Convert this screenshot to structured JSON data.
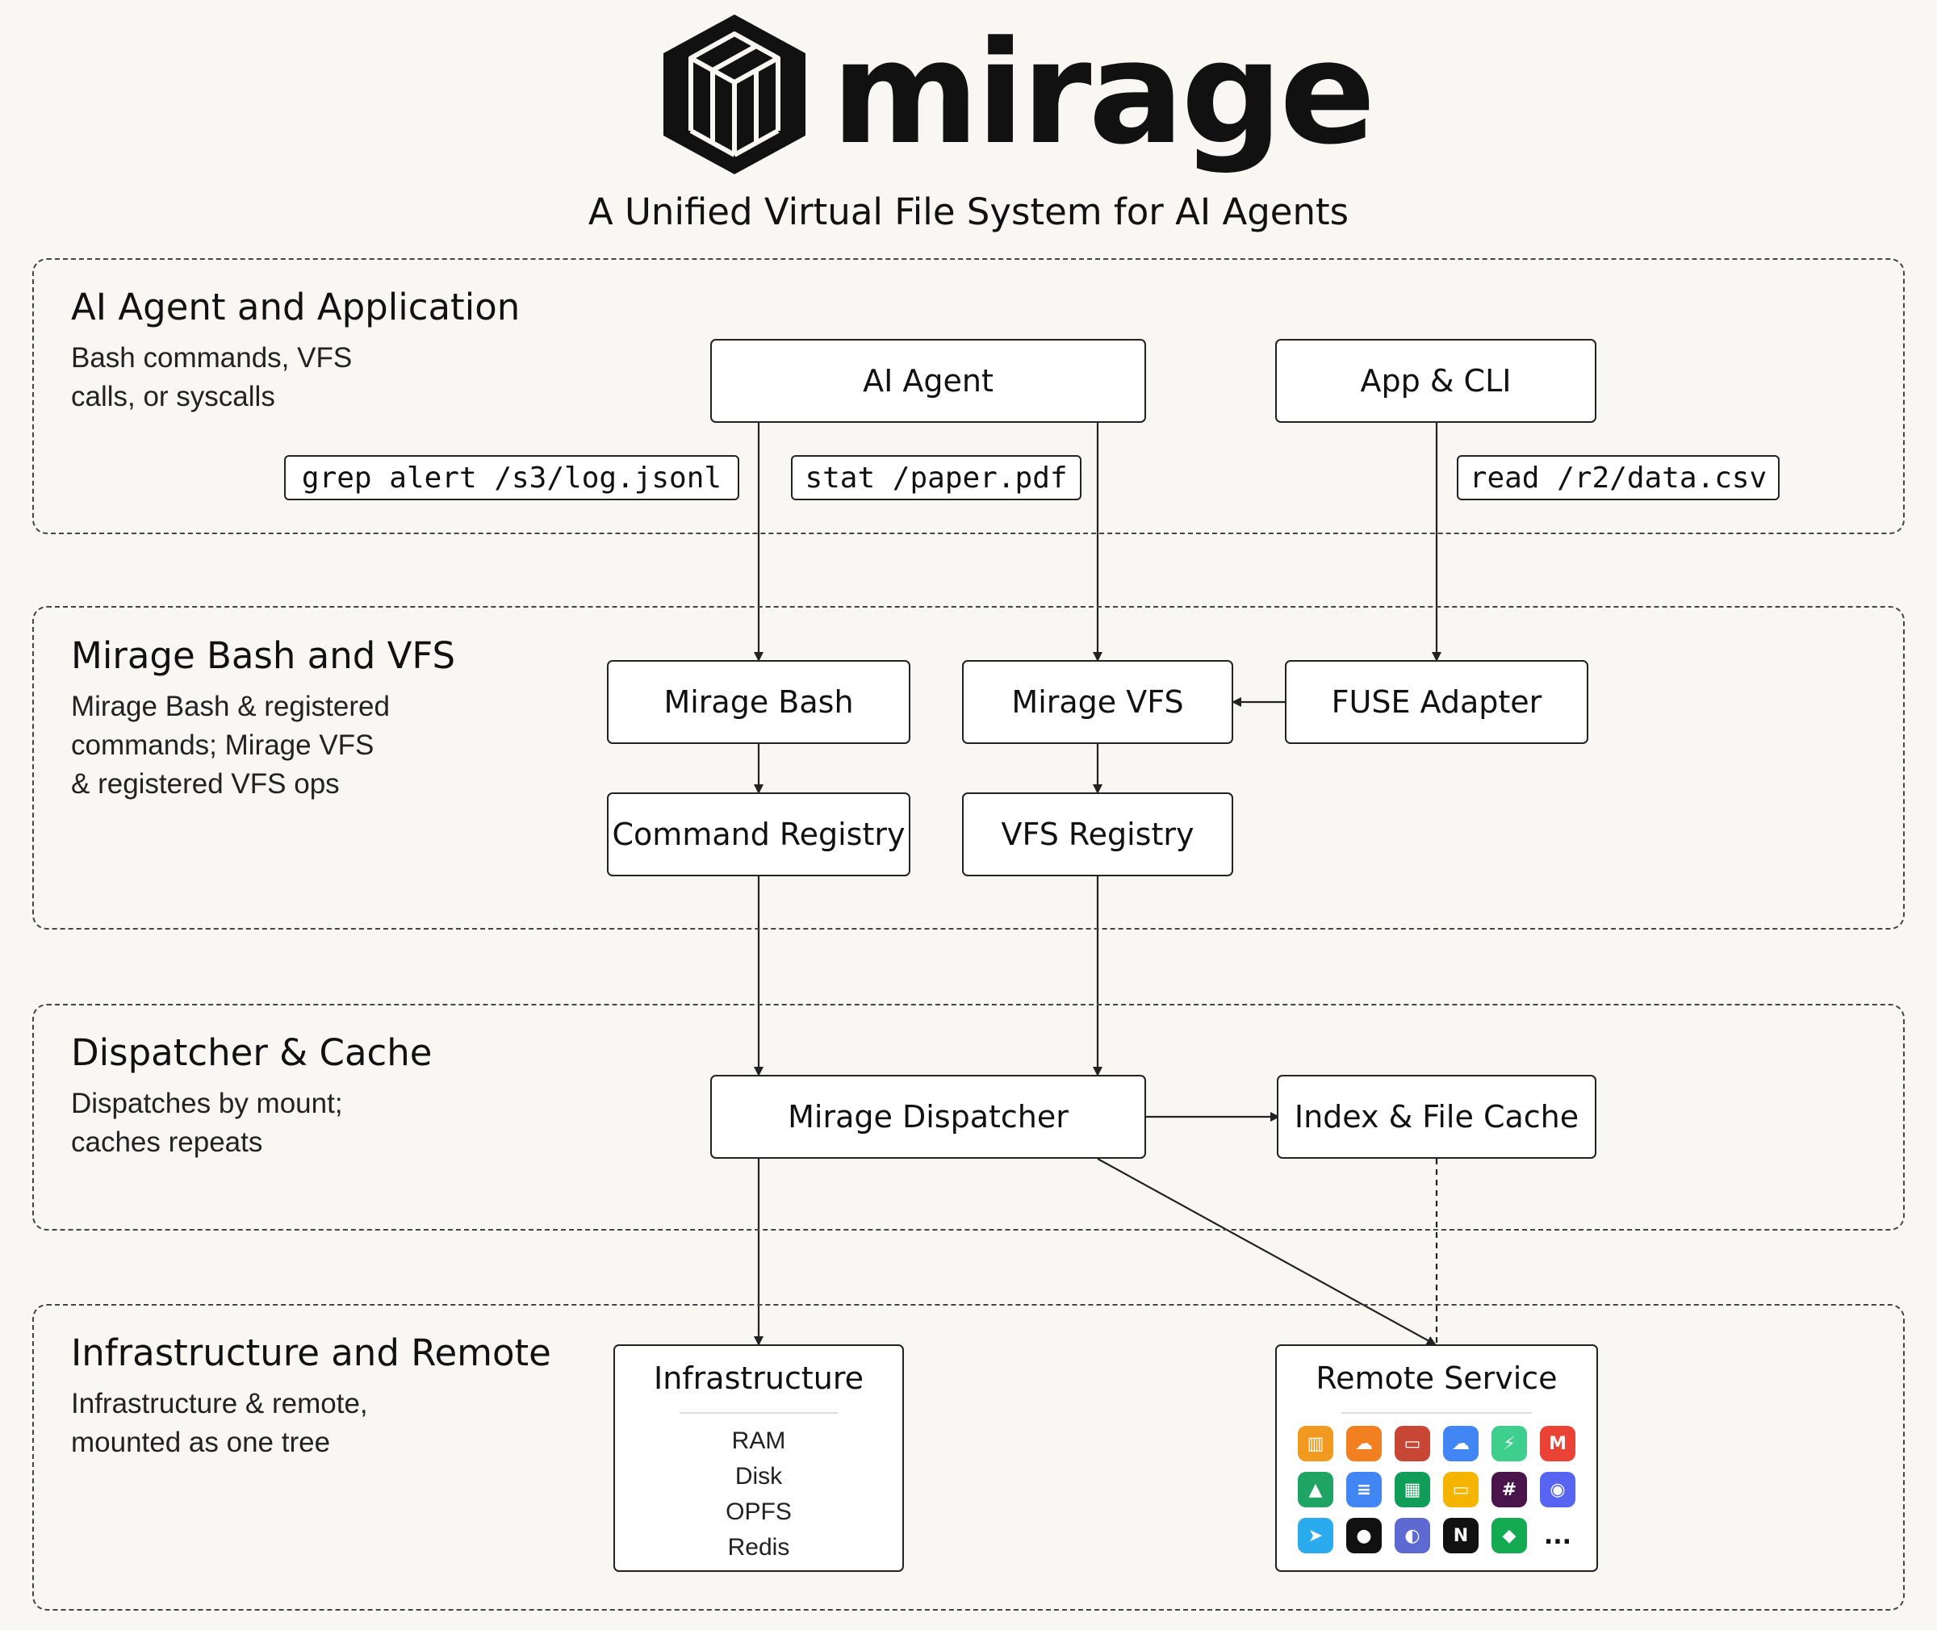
{
  "header": {
    "logo_text": "mirage",
    "subtitle": "A Unified Virtual File System for AI Agents"
  },
  "sections": [
    {
      "title": "AI Agent and Application",
      "description": "Bash commands, VFS calls, or syscalls"
    },
    {
      "title": "Mirage Bash and VFS",
      "description": "Mirage Bash & registered commands; Mirage VFS & registered VFS ops"
    },
    {
      "title": "Dispatcher & Cache",
      "description": "Dispatches by mount; caches repeats"
    },
    {
      "title": "Infrastructure and Remote",
      "description": "Infrastructure & remote, mounted as one tree"
    }
  ],
  "nodes": {
    "ai_agent": "AI Agent",
    "app_cli": "App & CLI",
    "mirage_bash": "Mirage Bash",
    "mirage_vfs": "Mirage VFS",
    "fuse_adapter": "FUSE Adapter",
    "command_registry": "Command Registry",
    "vfs_registry": "VFS Registry",
    "mirage_dispatcher": "Mirage Dispatcher",
    "index_file_cache": "Index & File Cache"
  },
  "commands": {
    "grep": "grep alert /s3/log.jsonl",
    "stat": "stat /paper.pdf",
    "read": "read /r2/data.csv"
  },
  "infrastructure": {
    "title": "Infrastructure",
    "items": [
      "RAM",
      "Disk",
      "OPFS",
      "Redis"
    ]
  },
  "remote_service": {
    "title": "Remote Service",
    "icons": [
      {
        "name": "s3-bucket-icon",
        "color": "#f29a1f"
      },
      {
        "name": "cloudflare-r2-icon",
        "color": "#f38020"
      },
      {
        "name": "oracle-cloud-icon",
        "color": "#c74634"
      },
      {
        "name": "cloud-storage-icon",
        "color": "#4285f4"
      },
      {
        "name": "supabase-icon",
        "color": "#3ecf8e"
      },
      {
        "name": "gmail-icon",
        "color": "#ea4335"
      },
      {
        "name": "google-drive-icon",
        "color": "#1fa463"
      },
      {
        "name": "google-docs-icon",
        "color": "#4285f4"
      },
      {
        "name": "google-sheets-icon",
        "color": "#0f9d58"
      },
      {
        "name": "google-slides-icon",
        "color": "#f4b400"
      },
      {
        "name": "slack-icon",
        "color": "#4a154b"
      },
      {
        "name": "discord-icon",
        "color": "#5865f2"
      },
      {
        "name": "telegram-icon",
        "color": "#2aabee"
      },
      {
        "name": "github-icon",
        "color": "#111111"
      },
      {
        "name": "linear-icon",
        "color": "#5e6ad2"
      },
      {
        "name": "notion-icon",
        "color": "#111111"
      },
      {
        "name": "mongodb-icon",
        "color": "#13aa52"
      }
    ],
    "more": "..."
  }
}
